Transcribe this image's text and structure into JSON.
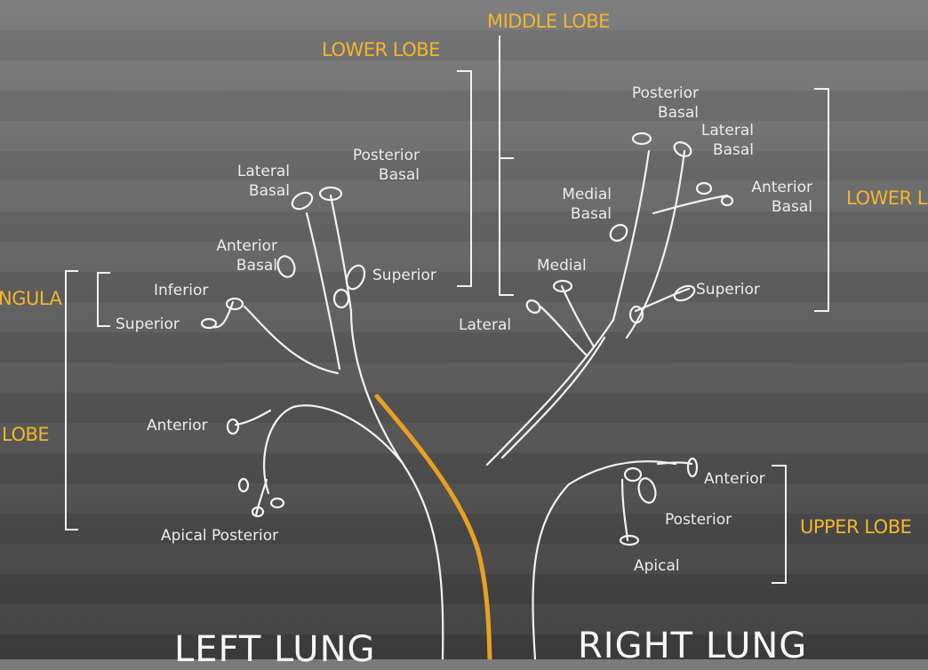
{
  "colors": {
    "line": "#f2f2f2",
    "accent": "#f5b52c",
    "esophagus": "#e8a022"
  },
  "headings": {
    "middle_lobe": "MIDDLE LOBE",
    "lower_lobe_left": "LOWER LOBE",
    "lower_lobe_right": "LOWER L",
    "lingula": "NGULA",
    "upper_lobe_left": "LOBE",
    "upper_lobe_right": "UPPER LOBE",
    "left_lung": "LEFT LUNG",
    "right_lung": "RIGHT LUNG"
  },
  "left_segments": {
    "lateral_basal": "Lateral\nBasal",
    "posterior_basal": "Posterior\nBasal",
    "anterior_basal": "Anterior\nBasal",
    "superior": "Superior",
    "inferior": "Inferior",
    "lingula_superior": "Superior",
    "anterior": "Anterior",
    "apical_posterior": "Apical Posterior"
  },
  "right_segments": {
    "posterior_basal": "Posterior\nBasal",
    "lateral_basal": "Lateral\nBasal",
    "anterior_basal": "Anterior\nBasal",
    "medial_basal": "Medial\nBasal",
    "medial": "Medial",
    "lateral": "Lateral",
    "superior": "Superior",
    "anterior": "Anterior",
    "posterior": "Posterior",
    "apical": "Apical"
  }
}
